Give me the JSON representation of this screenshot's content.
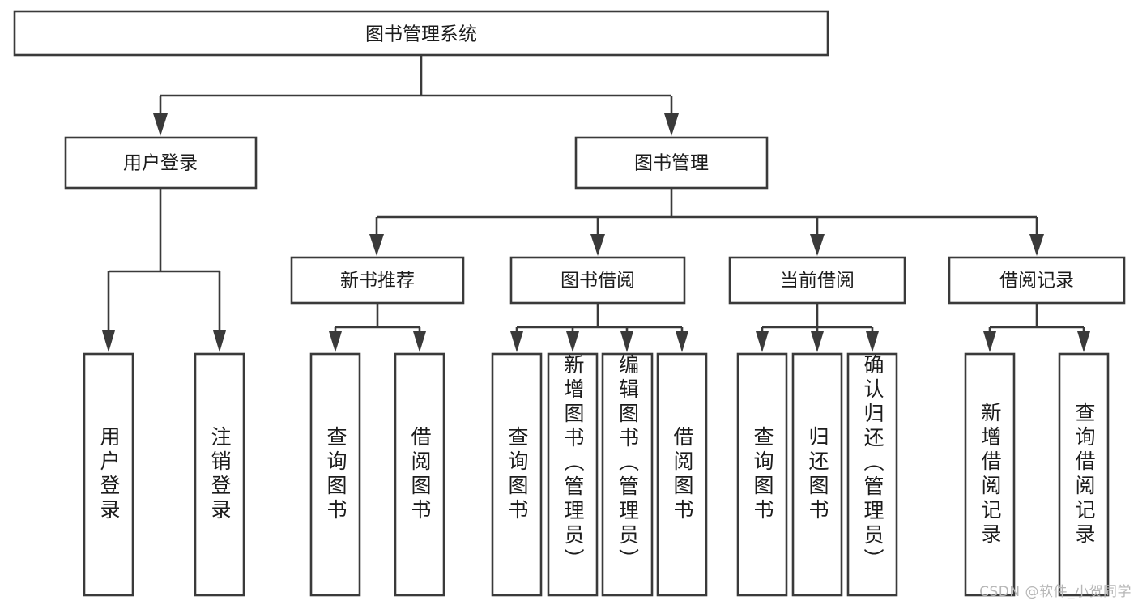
{
  "diagram": {
    "type": "tree",
    "title": "图书管理系统",
    "watermark": "CSDN @软件_小贺同学",
    "colors": {
      "stroke": "#3a3a3a",
      "fill": "#ffffff",
      "text": "#1c1c1c",
      "watermark": "#b6b6b6"
    },
    "levels": {
      "root": {
        "label": "图书管理系统"
      },
      "level2": [
        {
          "label": "用户登录"
        },
        {
          "label": "图书管理"
        }
      ],
      "level3": [
        {
          "label": "新书推荐"
        },
        {
          "label": "图书借阅"
        },
        {
          "label": "当前借阅"
        },
        {
          "label": "借阅记录"
        }
      ],
      "leaves": [
        {
          "label": "用户登录",
          "parent": "用户登录"
        },
        {
          "label": "注销登录",
          "parent": "用户登录"
        },
        {
          "label": "查询图书",
          "parent": "新书推荐"
        },
        {
          "label": "借阅图书",
          "parent": "新书推荐"
        },
        {
          "label": "查询图书",
          "parent": "图书借阅"
        },
        {
          "label": "新增图书（管理员）",
          "parent": "图书借阅"
        },
        {
          "label": "编辑图书（管理员）",
          "parent": "图书借阅"
        },
        {
          "label": "借阅图书",
          "parent": "图书借阅"
        },
        {
          "label": "查询图书",
          "parent": "当前借阅"
        },
        {
          "label": "归还图书",
          "parent": "当前借阅"
        },
        {
          "label": "确认归还（管理员）",
          "parent": "当前借阅"
        },
        {
          "label": "新增借阅记录",
          "parent": "借阅记录"
        },
        {
          "label": "查询借阅记录",
          "parent": "借阅记录"
        }
      ]
    }
  }
}
